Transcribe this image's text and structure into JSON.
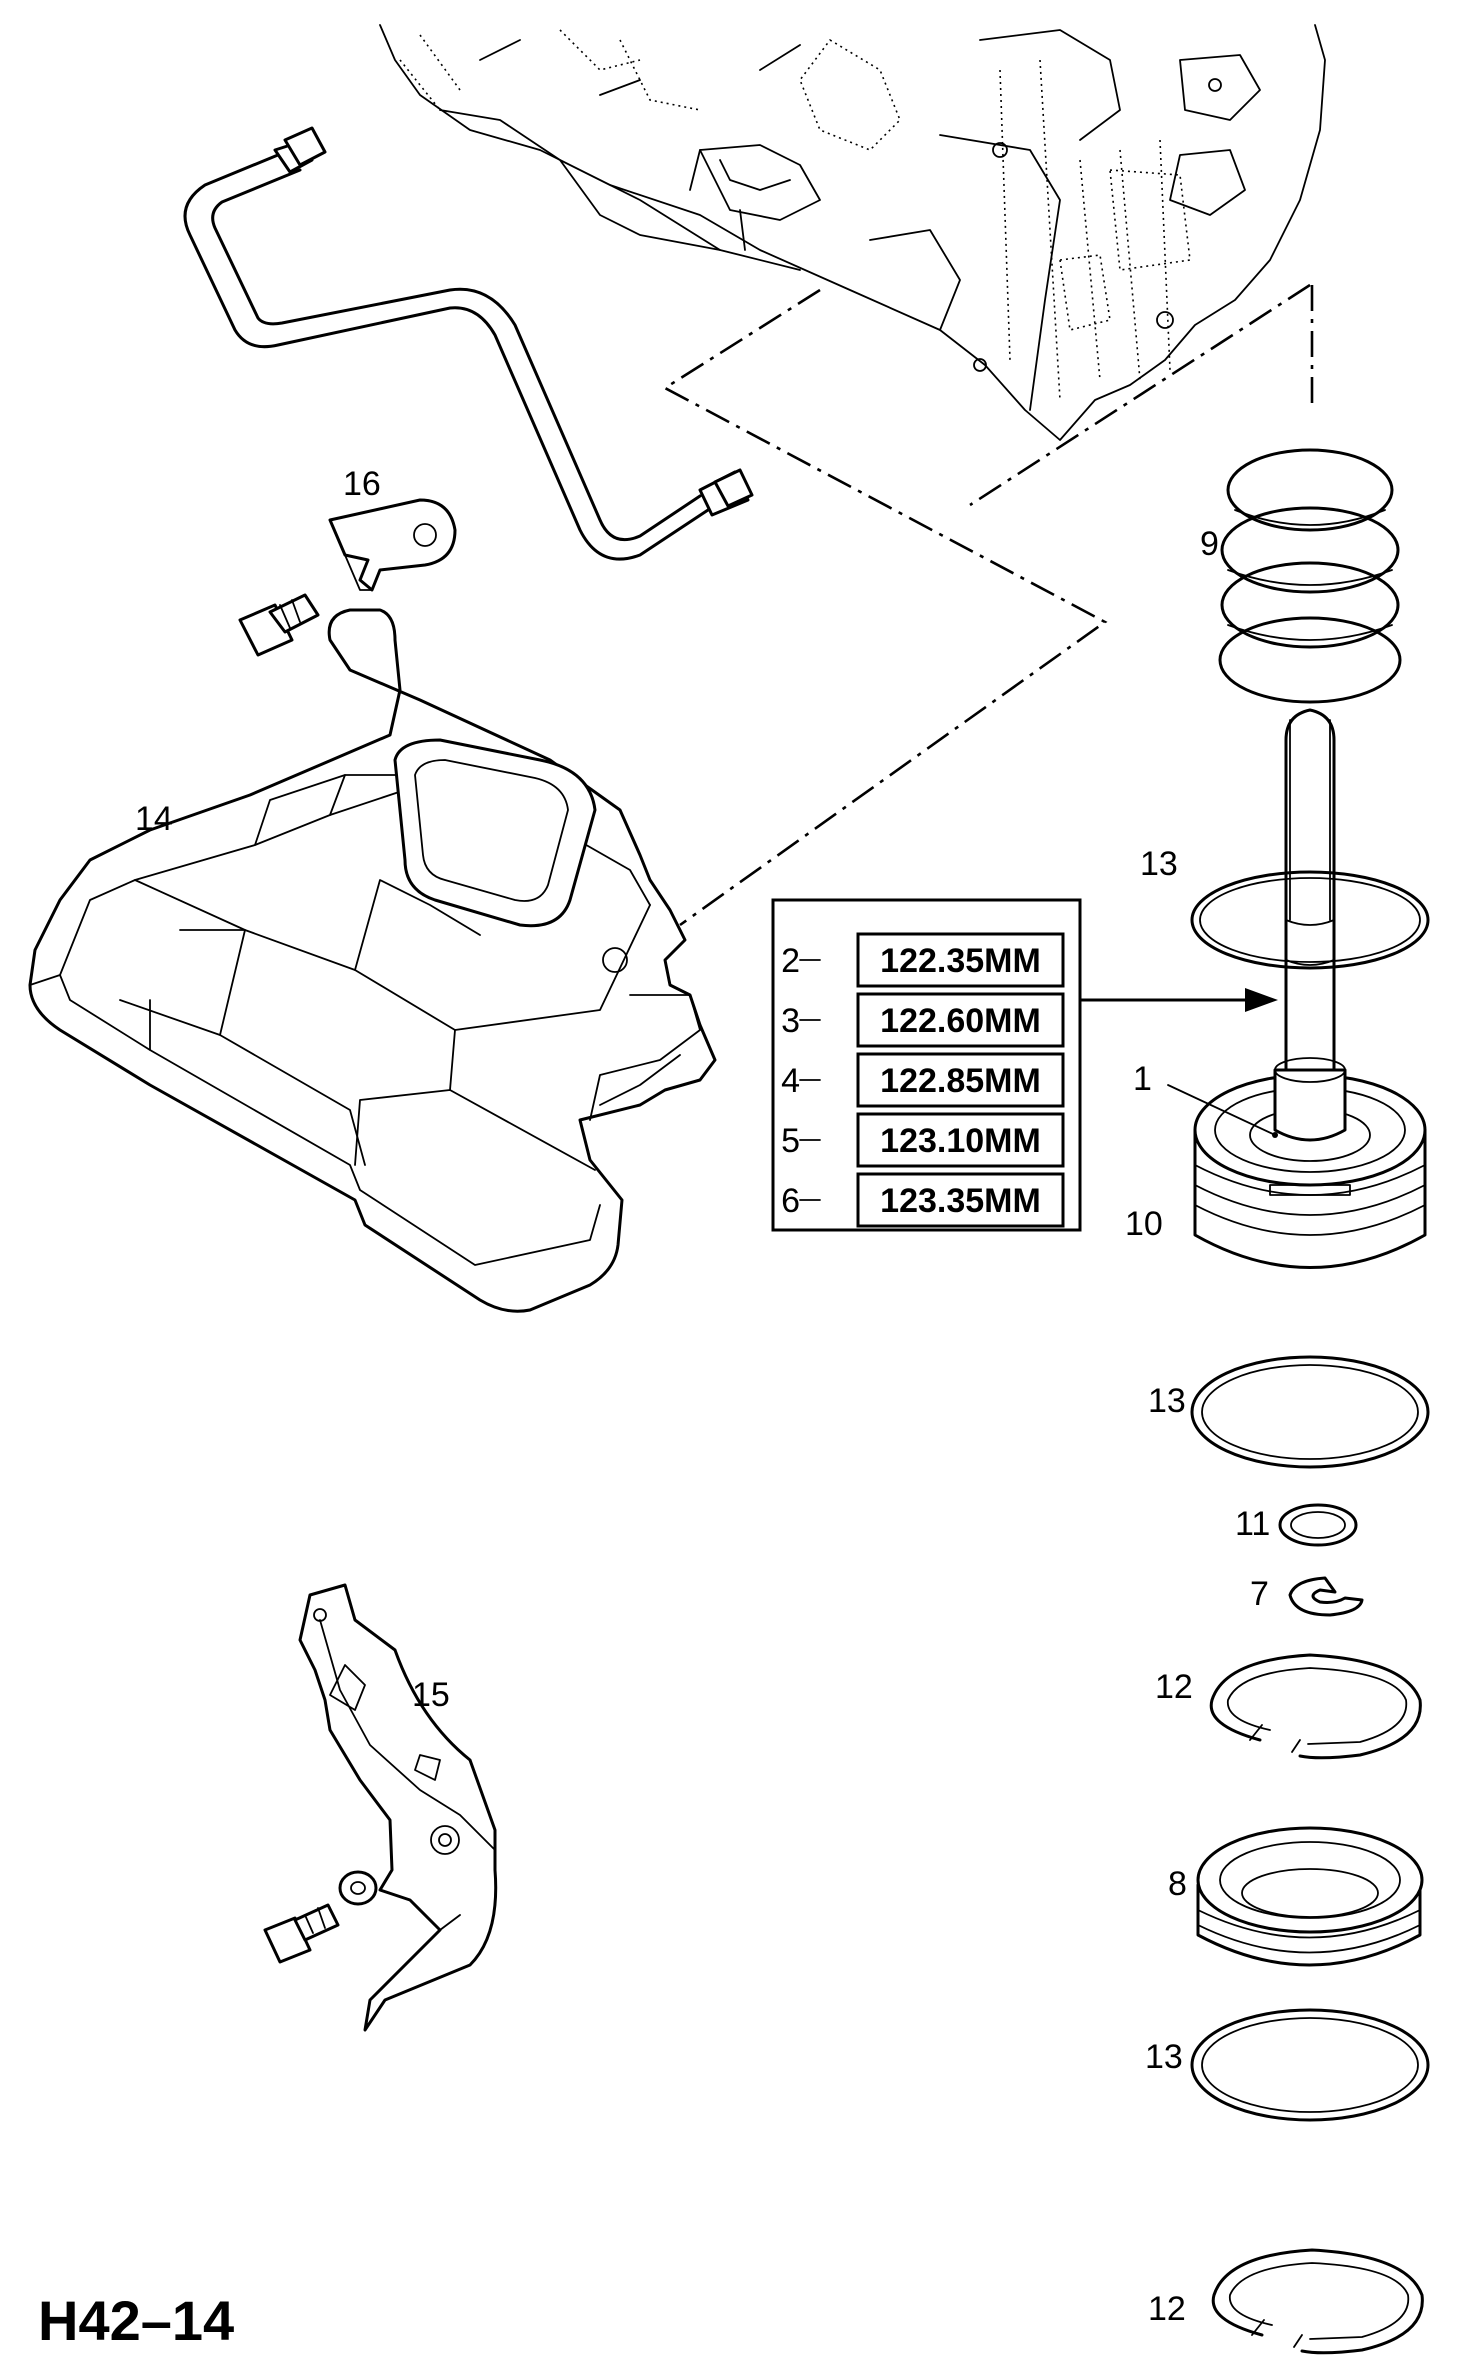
{
  "figure_code": "H42–14",
  "callouts": {
    "p1": "1",
    "p7": "7",
    "p8": "8",
    "p9": "9",
    "p10": "10",
    "p11": "11",
    "p12a": "12",
    "p12b": "12",
    "p13a": "13",
    "p13b": "13",
    "p13c": "13",
    "p14": "14",
    "p15": "15",
    "p16": "16"
  },
  "size_table": {
    "rows": [
      {
        "index": "2",
        "value": "122.35MM"
      },
      {
        "index": "3",
        "value": "122.60MM"
      },
      {
        "index": "4",
        "value": "122.85MM"
      },
      {
        "index": "5",
        "value": "123.10MM"
      },
      {
        "index": "6",
        "value": "123.35MM"
      }
    ]
  }
}
